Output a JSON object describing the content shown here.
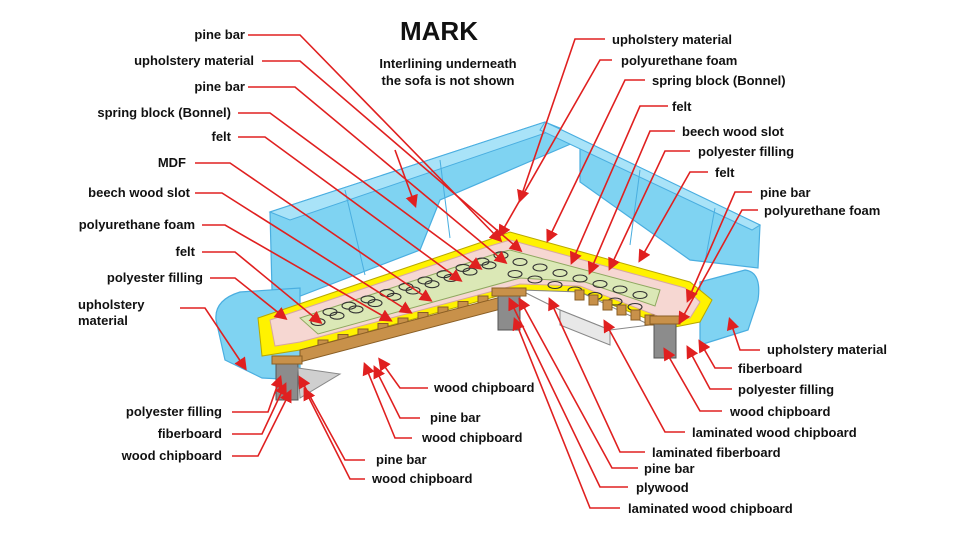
{
  "title": "MARK",
  "subtitle": "Interlining underneath\nthe sofa is not shown",
  "colors": {
    "upholstery": "#7fd3f2",
    "upholstery_dark": "#4aaee0",
    "foam": "#f6d7d2",
    "felt": "#fff200",
    "springs": "#dbe8b6",
    "wood": "#c8914a",
    "chipboard": "#8c8c8c",
    "arrow": "#e02020"
  },
  "labels": {
    "left": {
      "pine_bar_1": "pine bar",
      "upholstery_material_1": "upholstery material",
      "pine_bar_2": "pine bar",
      "spring_block": "spring block (Bonnel)",
      "felt": "felt",
      "mdf": "MDF",
      "beech_wood_slot": "beech wood slot",
      "polyurethane_foam": "polyurethane foam",
      "felt_2": "felt",
      "polyester_filling": "polyester filling",
      "upholstery_material_2": "upholstery\nmaterial"
    },
    "right": {
      "upholstery_material": "upholstery material",
      "polyurethane_foam": "polyurethane foam",
      "spring_block": "spring block (Bonnel)",
      "felt": "felt",
      "beech_wood_slot": "beech wood slot",
      "polyester_filling": "polyester filling",
      "felt_2": "felt",
      "pine_bar": "pine bar",
      "polyurethane_foam_2": "polyurethane foam",
      "upholstery_material_2": "upholstery material",
      "fiberboard": "fiberboard",
      "polyester_filling_2": "polyester filling",
      "wood_chipboard": "wood chipboard",
      "laminated_wood_chipboard": "laminated wood chipboard",
      "laminated_fiberboard": "laminated fiberboard",
      "pine_bar_2": "pine bar",
      "plywood": "plywood",
      "laminated_wood_chipboard_2": "laminated wood chipboard"
    },
    "bottom": {
      "polyester_filling": "polyester filling",
      "fiberboard": "fiberboard",
      "wood_chipboard": "wood chipboard",
      "pine_bar": "pine bar",
      "wood_chipboard_2": "wood chipboard",
      "wood_chipboard_3": "wood chipboard",
      "pine_bar_2": "pine bar",
      "wood_chipboard_4": "wood chipboard"
    }
  }
}
